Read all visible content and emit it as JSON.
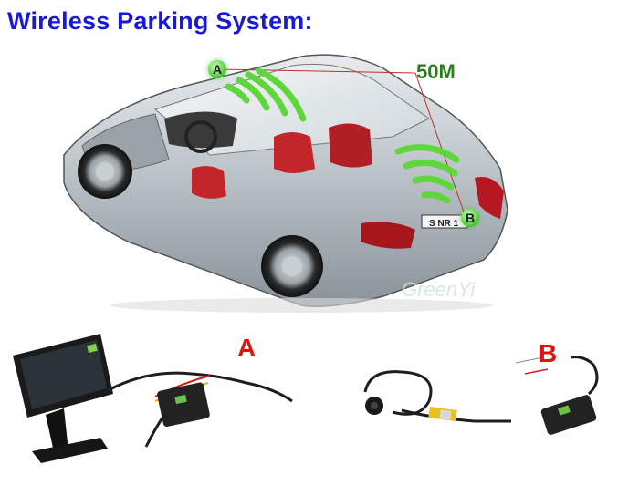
{
  "title": "Wireless Parking System:",
  "distance_label": "50M",
  "point_a": "A",
  "point_b": "B",
  "kit_a_label": "A",
  "kit_b_label": "B",
  "watermark": "GreenYi",
  "plate": "S NR 1",
  "colors": {
    "title": "#1a1ad6",
    "distance": "#2b7a1f",
    "kit_labels": "#e01212",
    "signal": "#5fd63c"
  }
}
